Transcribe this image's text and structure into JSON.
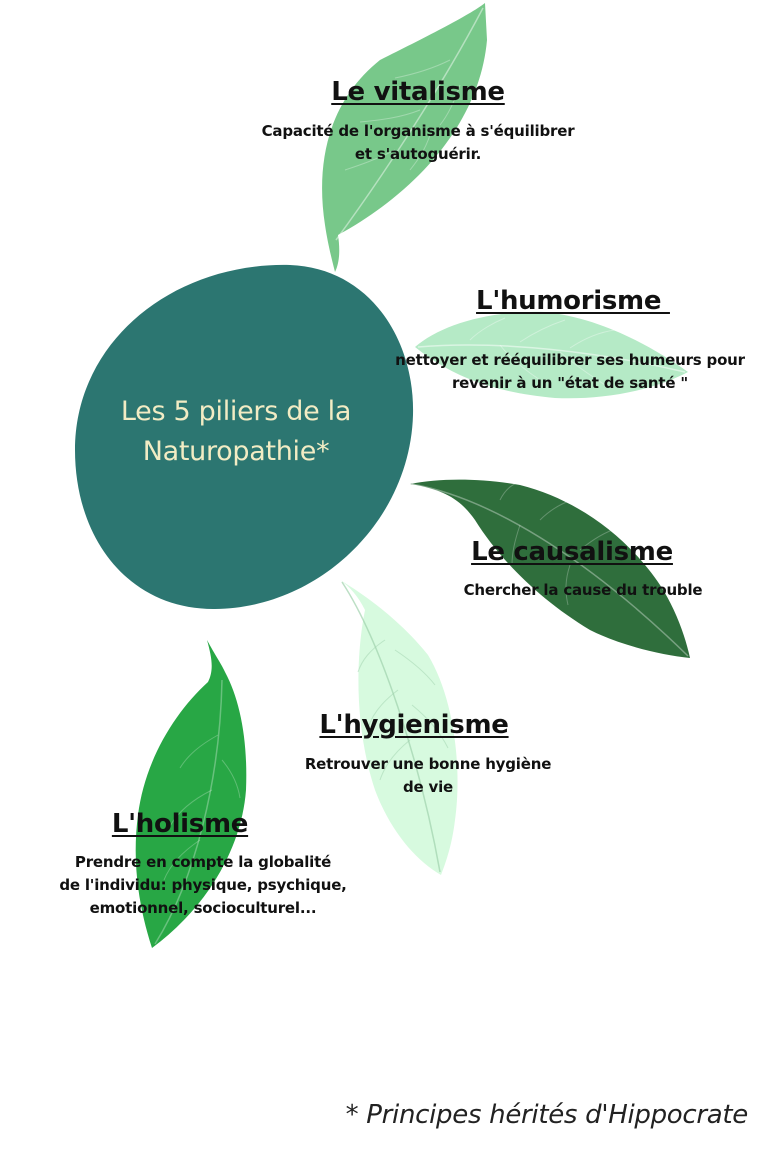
{
  "center": {
    "title_lines": [
      "Les 5 piliers de la",
      "Naturopathie*"
    ],
    "color": "#2c7671",
    "text_color": "#f2ecc4"
  },
  "pillars": [
    {
      "id": "vitalisme",
      "title": "Le vitalisme",
      "description_lines": [
        "Capacité de l'organisme à s'équilibrer",
        "et s'autoguérir."
      ],
      "leaf_color": "#78c88a"
    },
    {
      "id": "humorisme",
      "title": "L'humorisme ",
      "description_lines": [
        "nettoyer et rééquilibrer ses humeurs pour",
        "revenir à un \"état de santé \""
      ],
      "leaf_color": "#b5eac6"
    },
    {
      "id": "causalisme",
      "title": "Le causalisme",
      "description_lines": [
        "Chercher la cause du trouble"
      ],
      "leaf_color": "#2f6e3c"
    },
    {
      "id": "hygienisme",
      "title": "L'hygienisme",
      "description_lines": [
        "Retrouver une bonne hygiène",
        "de vie"
      ],
      "leaf_color": "#d7fadf"
    },
    {
      "id": "holisme",
      "title": "L'holisme",
      "description_lines": [
        "Prendre en compte la globalité",
        "de l'individu: physique, psychique,",
        "emotionnel, socioculturel..."
      ],
      "leaf_color": "#28a745"
    }
  ],
  "footnote": "* Principes hérités d'Hippocrate"
}
